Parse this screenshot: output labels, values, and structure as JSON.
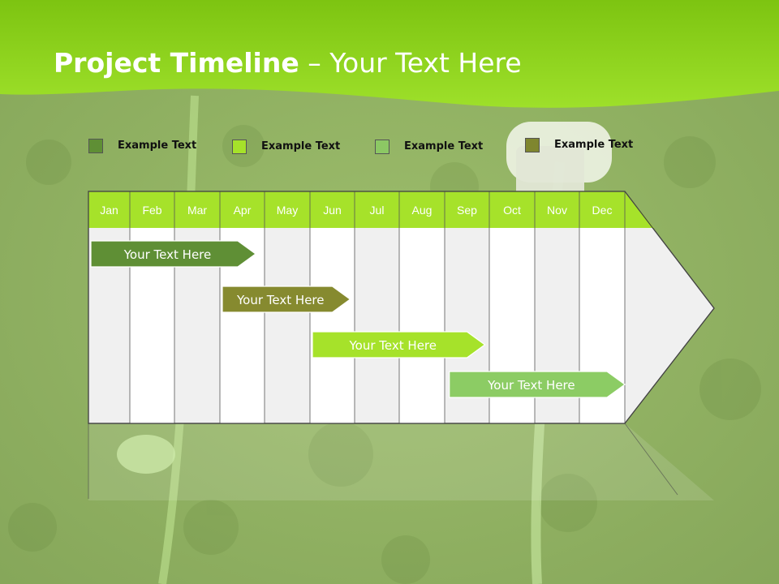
{
  "title": {
    "bold": "Project Timeline",
    "rest": " – Your Text Here"
  },
  "legend": [
    {
      "label": "Example Text",
      "color": "#5f8f35"
    },
    {
      "label": "Example Text",
      "color": "#a6e22a"
    },
    {
      "label": "Example Text",
      "color": "#8cc864"
    },
    {
      "label": "Example Text",
      "color": "#7f862f"
    }
  ],
  "months": [
    "Jan",
    "Feb",
    "Mar",
    "Apr",
    "May",
    "Jun",
    "Jul",
    "Aug",
    "Sep",
    "Oct",
    "Nov",
    "Dec"
  ],
  "tasks": [
    {
      "label": "Your  Text Here",
      "start": 0.0,
      "end": 3.8,
      "color": "#5f8f35",
      "text_color": "#ffffff"
    },
    {
      "label": "Your  Text Here",
      "start": 3.0,
      "end": 5.9,
      "color": "#868a2f",
      "text_color": "#ffffff"
    },
    {
      "label": "Your  Text Here",
      "start": 5.0,
      "end": 8.9,
      "color": "#a6e22a",
      "text_color": "#ffffff"
    },
    {
      "label": "Your  Text Here",
      "start": 8.05,
      "end": 12.0,
      "color": "#8ccc64",
      "text_color": "#1a2a12"
    }
  ],
  "colors": {
    "header": "#a6e22a",
    "top_band": "#8ad41a",
    "background": "#8aad5c"
  }
}
